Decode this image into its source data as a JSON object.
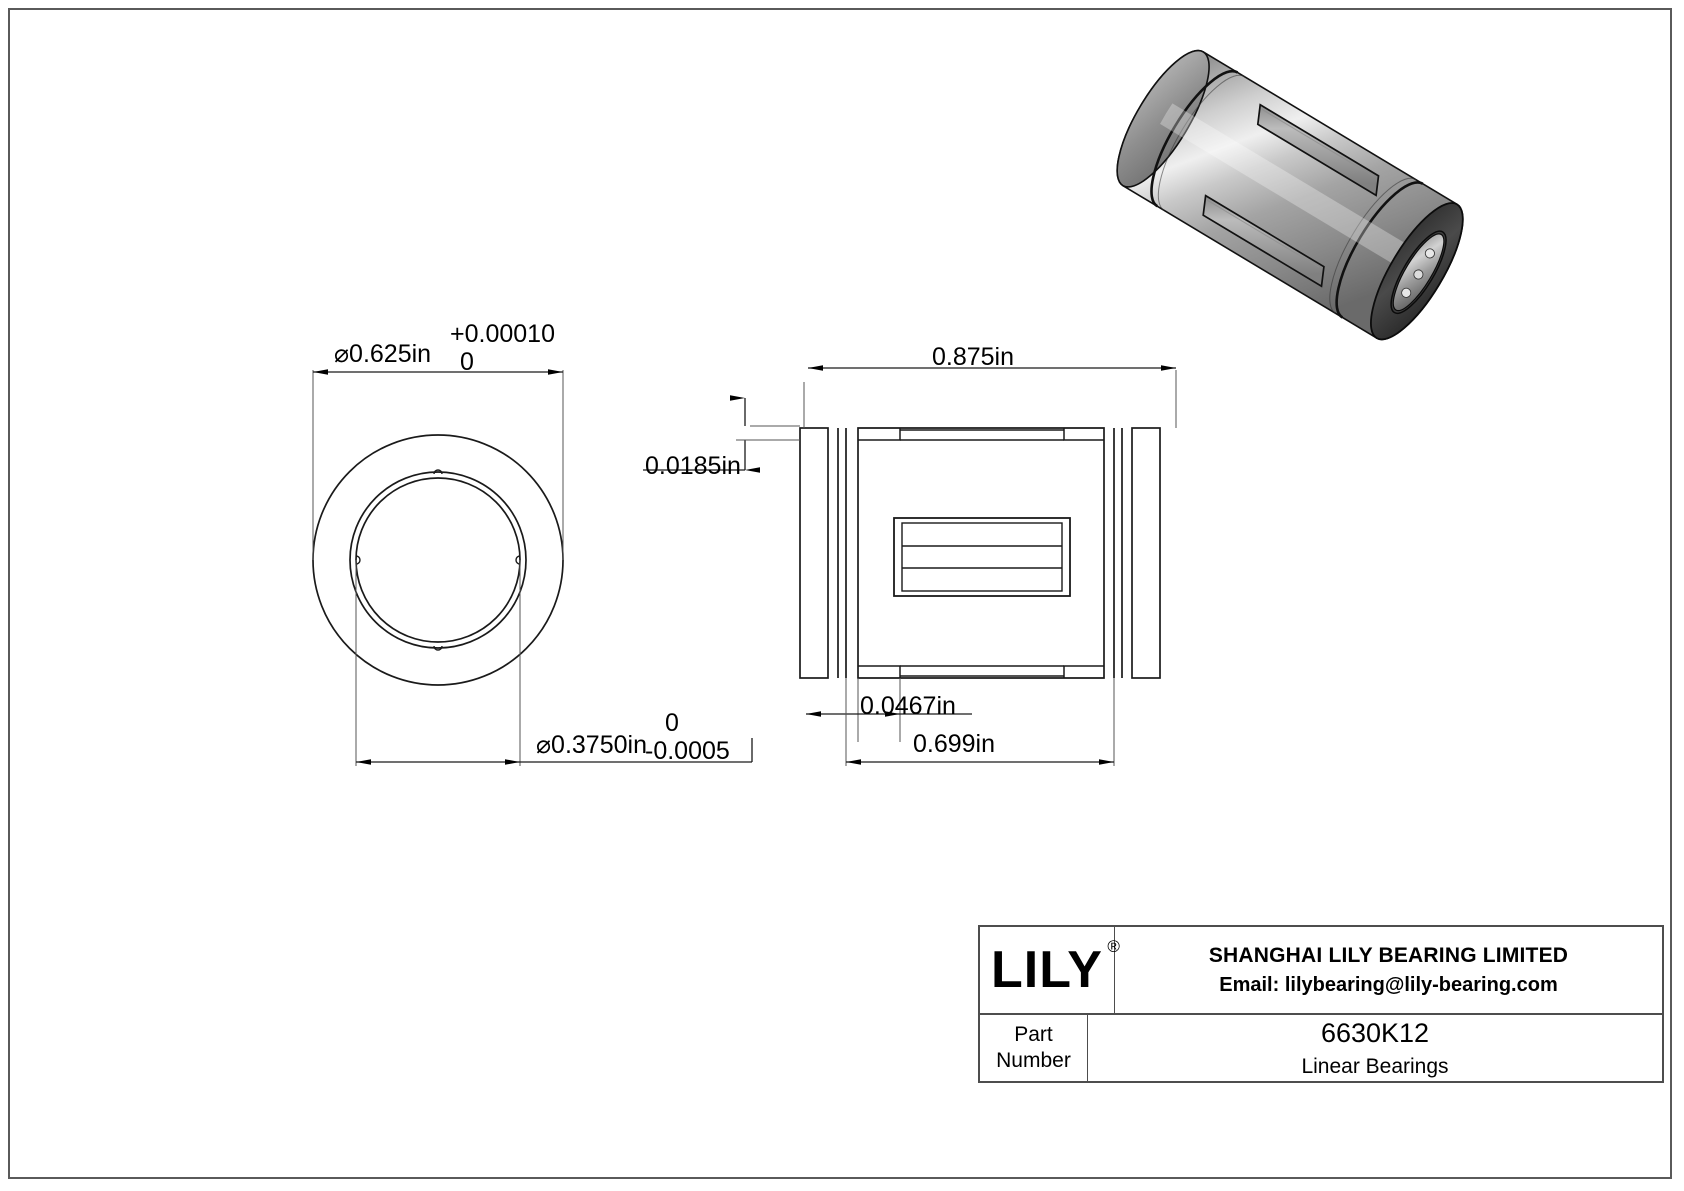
{
  "sheet": {
    "background": "#ffffff",
    "border_color": "#5a5a5a"
  },
  "front_view": {
    "outer_diameter": {
      "label": "⌀0.625in",
      "tol_upper": "+0.00010",
      "tol_lower": "0"
    },
    "bore_diameter": {
      "label": "⌀0.3750in",
      "tol_upper": "0",
      "tol_lower": "-0.0005"
    }
  },
  "side_view": {
    "overall_length": "0.875in",
    "flange_thickness": "0.0185in",
    "groove_offset": "0.0467in",
    "groove_span": "0.699in"
  },
  "title_block": {
    "logo_text": "LILY",
    "logo_registered_mark": "®",
    "company_name": "SHANGHAI LILY BEARING LIMITED",
    "company_email": "Email: lilybearing@lily-bearing.com",
    "part_label_line1": "Part",
    "part_label_line2": "Number",
    "part_number": "6630K12",
    "part_description": "Linear Bearings"
  },
  "iso_view": {
    "name": "linear-ball-bearing-isometric",
    "colors": {
      "metal_light": "#d8d8d8",
      "metal_mid": "#9a9a9a",
      "metal_dark": "#5d5d5d",
      "bore_shadow": "#1a1a1a"
    }
  }
}
